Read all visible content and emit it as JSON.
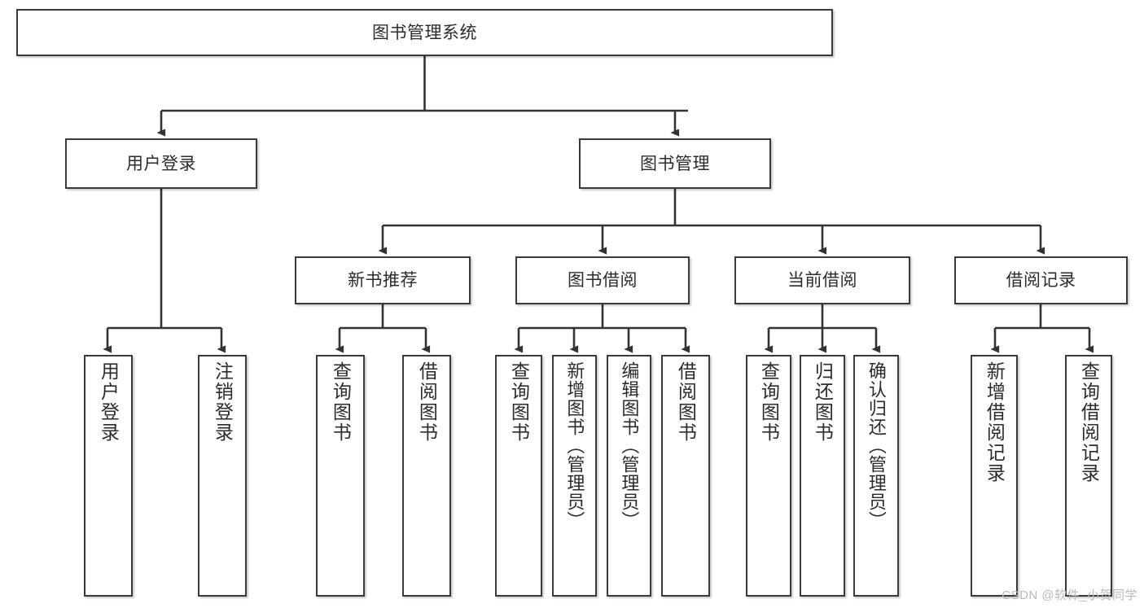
{
  "diagram": {
    "title": "图书管理系统",
    "type": "tree",
    "colors": {
      "box_border": "#3a3a3a",
      "box_fill": "#ffffff",
      "edge": "#333333",
      "text": "#2b2b2b",
      "watermark": "#b9b9b9",
      "background": "#ffffff"
    },
    "root": {
      "id": "root",
      "label": "图书管理系统"
    },
    "level1": [
      {
        "id": "user-login",
        "label": "用户登录"
      },
      {
        "id": "book-manage",
        "label": "图书管理"
      }
    ],
    "level2": [
      {
        "id": "new-book-rec",
        "label": "新书推荐"
      },
      {
        "id": "book-borrow",
        "label": "图书借阅"
      },
      {
        "id": "current-borrow",
        "label": "当前借阅"
      },
      {
        "id": "borrow-record",
        "label": "借阅记录"
      }
    ],
    "leaves": {
      "user_login": [
        {
          "id": "leaf-user-login",
          "label": "用户登录"
        },
        {
          "id": "leaf-logout",
          "label": "注销登录"
        }
      ],
      "new_book_rec": [
        {
          "id": "leaf-query-book-1",
          "label": "查询图书"
        },
        {
          "id": "leaf-borrow-book-1",
          "label": "借阅图书"
        }
      ],
      "book_borrow": [
        {
          "id": "leaf-query-book-2",
          "label": "查询图书"
        },
        {
          "id": "leaf-add-book",
          "label": "新增图书（管理员）"
        },
        {
          "id": "leaf-edit-book",
          "label": "编辑图书（管理员）"
        },
        {
          "id": "leaf-borrow-book-2",
          "label": "借阅图书"
        }
      ],
      "current_borrow": [
        {
          "id": "leaf-query-book-3",
          "label": "查询图书"
        },
        {
          "id": "leaf-return-book",
          "label": "归还图书"
        },
        {
          "id": "leaf-confirm-return",
          "label": "确认归还（管理员）"
        }
      ],
      "borrow_record": [
        {
          "id": "leaf-add-record",
          "label": "新增借阅记录"
        },
        {
          "id": "leaf-query-record",
          "label": "查询借阅记录"
        }
      ]
    },
    "watermark": "CSDN @软件_小贺同学"
  }
}
